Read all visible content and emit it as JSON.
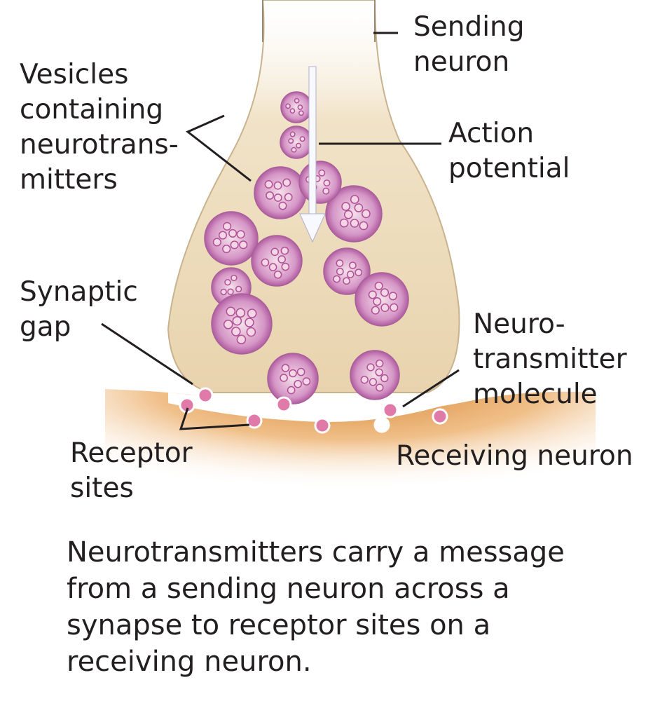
{
  "labels": {
    "sending_neuron": [
      "Sending",
      "neuron"
    ],
    "vesicles": [
      "Vesicles",
      "containing",
      "neurotrans-",
      "mitters"
    ],
    "action_potential": [
      "Action",
      "potential"
    ],
    "synaptic_gap": [
      "Synaptic",
      "gap"
    ],
    "neurotransmitter_molecule": [
      "Neuro-",
      "transmitter",
      "molecule"
    ],
    "receptor_sites": [
      "Receptor",
      "sites"
    ],
    "receiving_neuron": "Receiving neuron"
  },
  "caption": [
    "Neurotransmitters carry a message",
    "from a sending neuron across a",
    "synapse to receptor sites on a",
    "receiving neuron."
  ],
  "colors": {
    "sending_neuron_fill": "#eedfc4",
    "receiving_neuron_fill": "#e8a860",
    "vesicle_fill": "#c878b8",
    "molecule_fill": "#e07aa8",
    "text": "#231f20"
  }
}
